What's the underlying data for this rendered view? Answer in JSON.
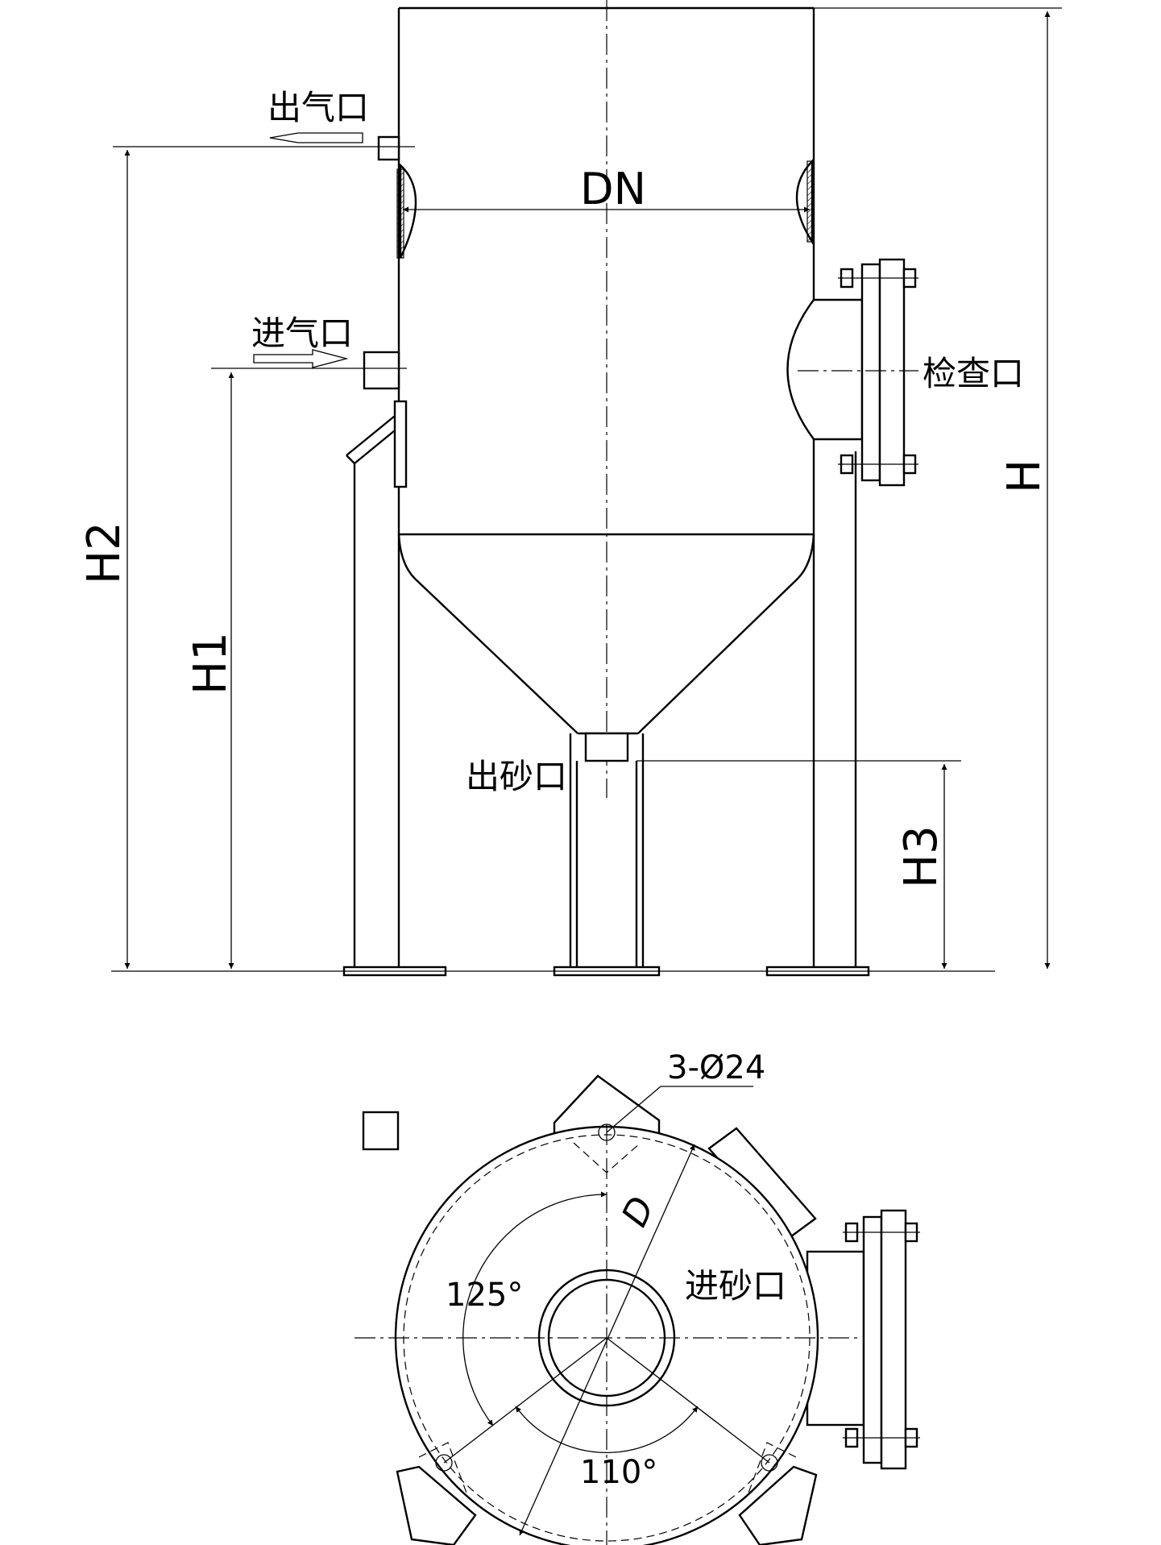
{
  "labels": {
    "gas_outlet": "出气口",
    "gas_inlet": "进气口",
    "inspection_port": "检查口",
    "sand_outlet": "出砂口",
    "sand_inlet": "进砂口"
  },
  "dimensions": {
    "dn": "DN",
    "h": "H",
    "h1": "H1",
    "h2": "H2",
    "h3": "H3",
    "d": "D",
    "holes": "3-Ø24",
    "angle_125": "125°",
    "angle_110": "110°"
  }
}
